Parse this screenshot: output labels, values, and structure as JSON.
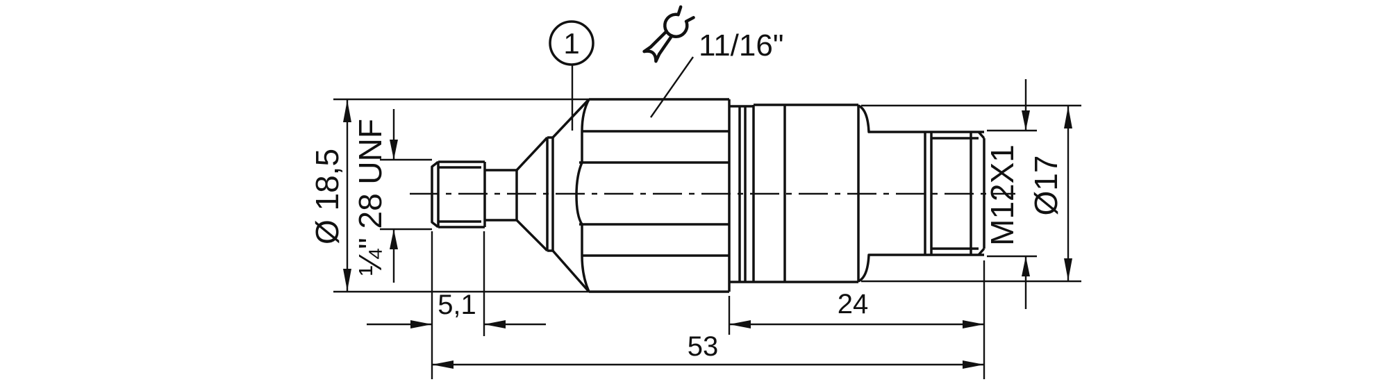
{
  "drawing": {
    "callout": {
      "number": "1"
    },
    "wrench": {
      "icon": "wrench-icon",
      "label": "11/16\""
    },
    "labels": {
      "body_diameter": "Ø 18,5",
      "process_thread": "¼\" 28 UNF",
      "connector_thread": "M12X1",
      "connector_diameter": "Ø17"
    },
    "dims": {
      "thread_length": "5,1",
      "connector_length": "24",
      "total_length": "53"
    },
    "colors": {
      "line": "#111111",
      "background": "#ffffff"
    }
  }
}
